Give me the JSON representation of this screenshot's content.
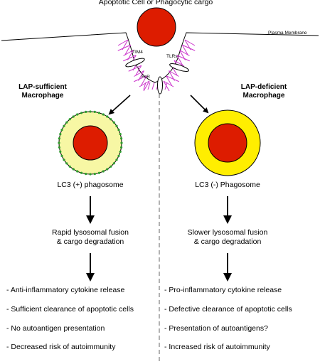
{
  "title": "Apoptotic Cell or Phagocytic cargo",
  "membrane_label": "Plasma Membrane",
  "receptors": {
    "tim4": "TIM4",
    "tlrs": "TLRs",
    "fcr": "FcR"
  },
  "left": {
    "header_line1": "LAP-sufficient",
    "header_line2": "Macrophage",
    "phagosome": "LC3 (+) phagosome",
    "fusion_line1": "Rapid lysosomal fusion",
    "fusion_line2": "& cargo degradation",
    "outcomes": [
      "- Anti-inflammatory cytokine release",
      "- Sufficient clearance of apoptotic cells",
      "- No autoantigen presentation",
      "- Decreased risk of autoimmunity"
    ]
  },
  "right": {
    "header_line1": "LAP-deficient",
    "header_line2": "Macrophage",
    "phagosome": "LC3 (-) Phagosome",
    "fusion_line1": "Slower lysosomal fusion",
    "fusion_line2": "& cargo degradation",
    "outcomes": [
      "- Pro-inflammatory cytokine release",
      "- Defective clearance of apoptotic cells",
      "- Presentation of autoantigens?",
      "- Increased risk of autoimmunity"
    ]
  },
  "colors": {
    "cargo": "#dd1c00",
    "lc3_positive_ring": "#f7f7a4",
    "lc3_dots": "#2e9e2e",
    "lc3_negative_ring": "#ffee00",
    "actin": "#cc33cc"
  }
}
